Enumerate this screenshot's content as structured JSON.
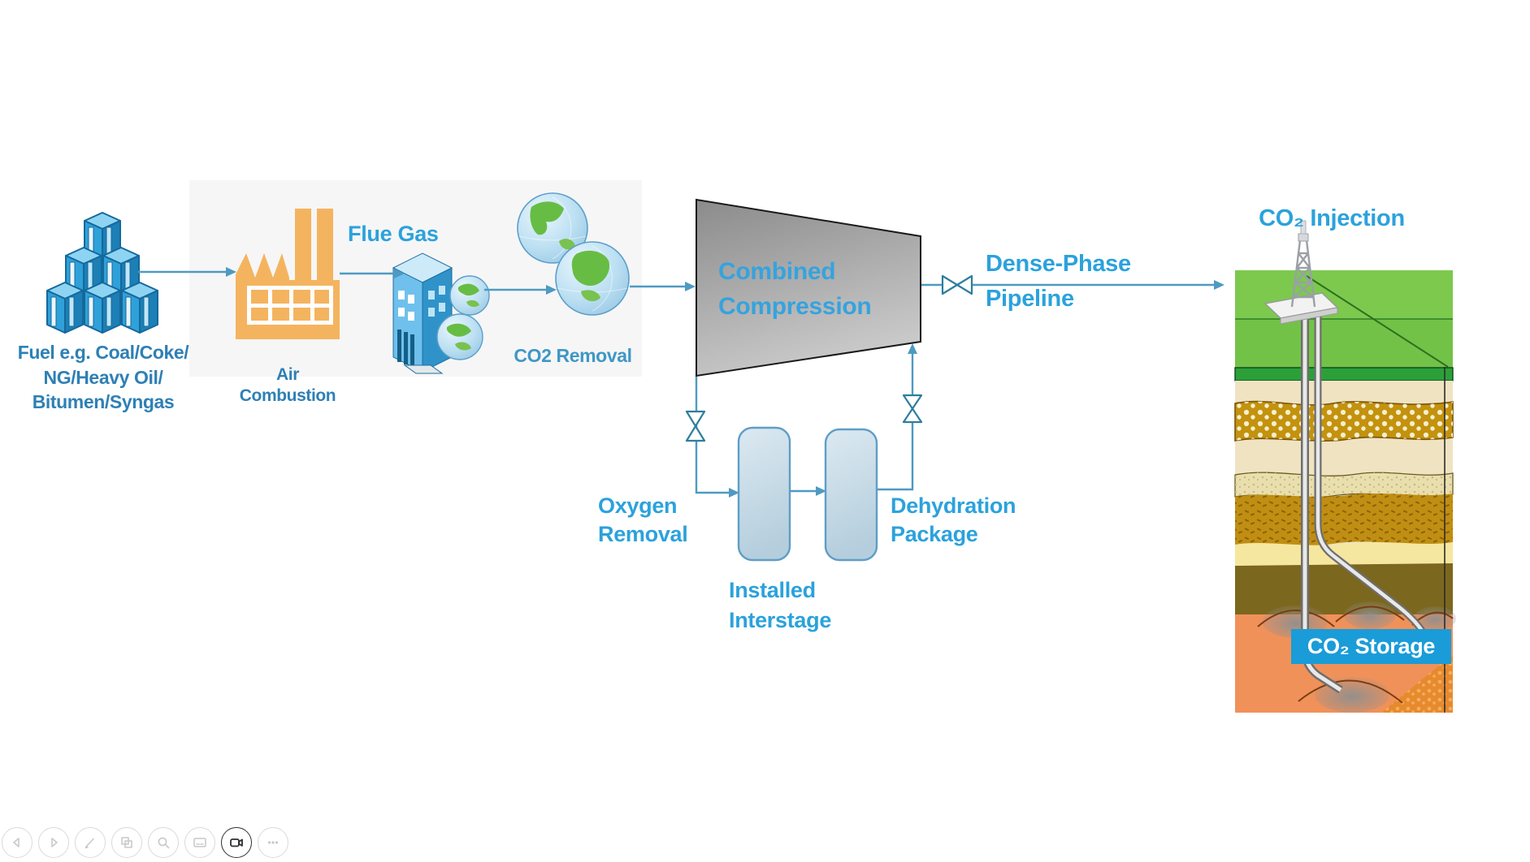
{
  "slide": {
    "title_context": "CO2 capture, compression and storage process flow",
    "nodes": {
      "fuel": {
        "label": "Fuel e.g. Coal/Coke/\nNG/Heavy Oil/\nBitumen/Syngas"
      },
      "air_combustion": {
        "label": "Air Combustion"
      },
      "flue_gas": {
        "label": "Flue Gas"
      },
      "co2_removal": {
        "label": "CO2 Removal"
      },
      "combined_compression": {
        "label": "Combined\nCompression"
      },
      "dense_phase_pipeline": {
        "label": "Dense-Phase\nPipeline"
      },
      "co2_injection": {
        "label": "CO₂ Injection"
      },
      "co2_storage": {
        "label": "CO₂ Storage"
      },
      "oxygen_removal": {
        "label": "Oxygen\nRemoval"
      },
      "dehydration_package": {
        "label": "Dehydration\nPackage"
      },
      "installed_interstage": {
        "label": "Installed\nInterstage"
      }
    },
    "flows": [
      "fuel -> air_combustion",
      "air_combustion -> co2_removal (flue gas)",
      "co2_removal -> combined_compression",
      "combined_compression -> dense_phase_pipeline -> co2_injection",
      "combined_compression -> oxygen_removal vessel -> dehydration vessel -> combined_compression (installed interstage loop)"
    ],
    "colors": {
      "slide_text_blue": "#2BA2DC",
      "embedded_text_blue": "#2E80B5",
      "flow_line_blue": "#4E9AC2",
      "valve_blue": "#2E7D9E",
      "compressor_gray_dark": "#8F8F8F",
      "compressor_gray_light": "#C7C7C7",
      "vessel_fill": "#C9DCE8",
      "vessel_stroke": "#5E9EC6",
      "storage_badge_blue": "#1A9CD8",
      "factory_orange": "#F4B45F",
      "field_green": "#7CC94E",
      "reservoir_orange": "#F0915A"
    }
  },
  "toolbar": {
    "buttons": [
      {
        "icon": "previous-slide-icon"
      },
      {
        "icon": "next-slide-icon"
      },
      {
        "icon": "pen-icon"
      },
      {
        "icon": "slides-overview-icon"
      },
      {
        "icon": "zoom-icon"
      },
      {
        "icon": "captions-icon"
      },
      {
        "icon": "camera-icon",
        "active": true
      },
      {
        "icon": "more-options-icon"
      }
    ]
  }
}
